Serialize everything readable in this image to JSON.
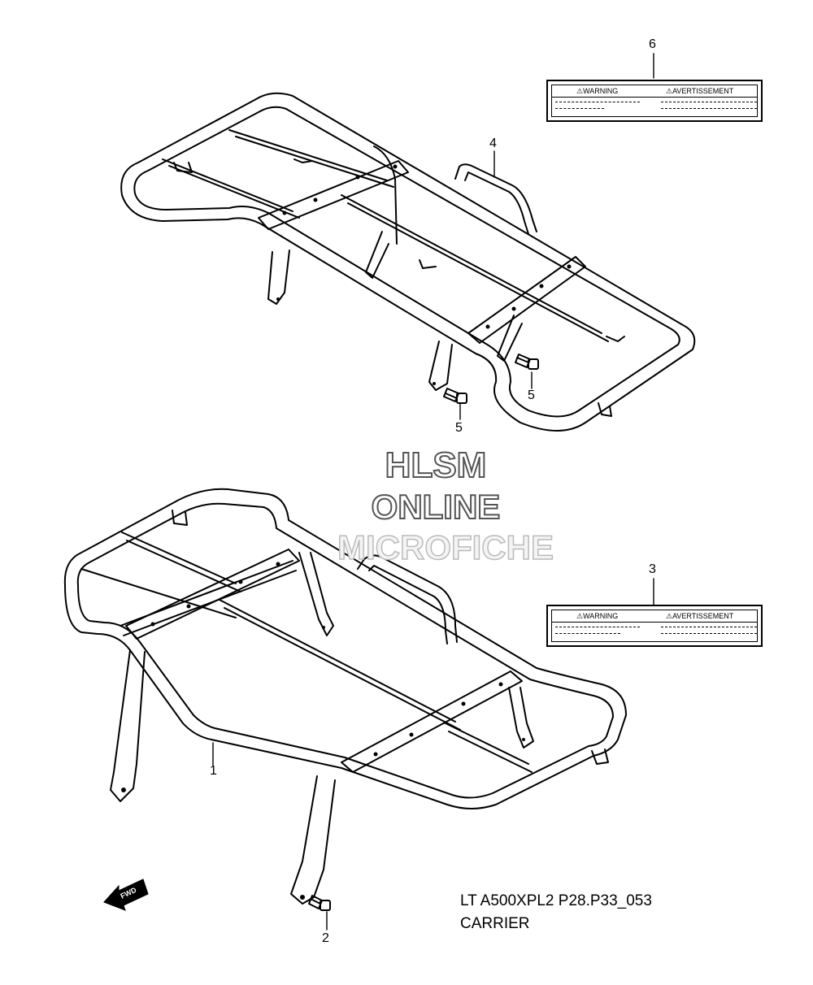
{
  "callouts": {
    "c1": "1",
    "c2": "2",
    "c3": "3",
    "c4": "4",
    "c5a": "5",
    "c5b": "5",
    "c6": "6"
  },
  "warning_label": {
    "left": "⚠WARNING",
    "right": "⚠AVERTISSEMENT"
  },
  "watermark": {
    "line1": "HLSM",
    "line2": "ONLINE",
    "line3": "MICROFICHE"
  },
  "caption": {
    "code": "LT A500XPL2 P28.P33_053",
    "title": "CARRIER"
  },
  "fwd_badge": "FWD"
}
